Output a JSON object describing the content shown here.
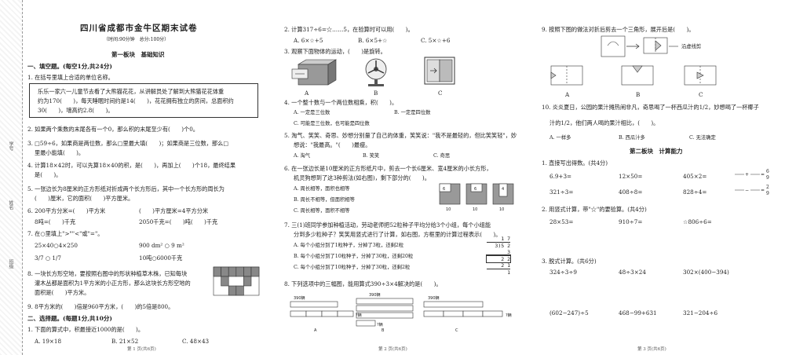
{
  "binding": {
    "labels": [
      "学号",
      "姓名",
      "班级"
    ]
  },
  "p1": {
    "title": "四川省成都市金牛区期末试卷",
    "subtitle": "（时间:90分钟　总分:100分）",
    "section_title": "第一板块　基础知识",
    "q_fill": "一、填空题。(每空1分,共24分)",
    "q1": "1. 在括号里填上合适的单位名称。",
    "passage": [
      "乐乐一家六一儿童节去看了大熊猫花花，从讲解员处了解到大熊猫花花体重",
      "约为170(　　)，每天睡眠时间约是14(　　)，花花拥有独立的房间，总面积约",
      "30(　　)，墙高约2.8(　　)。"
    ],
    "q2": "2. 如果两个乘数的末尾各有一个0，那么积的末尾至少有(　　)个0。",
    "q3": [
      "3. □59÷6，如果商是两位数，那么□里最大填(　　)；如果商是三位数，那么□",
      "里最小能填(　　)。"
    ],
    "q4": [
      "4. 计算18×42时，可以先算18×40的积，是(　　)，再加上(　　)个18，最终结果",
      "是(　　)。"
    ],
    "q5": [
      "5. 一张边长为8厘米的正方形纸对折成两个长方形后，其中一个长方形的周长为",
      "(　　)厘米，它的面积(　　)平方厘米。"
    ],
    "q6a": "6. 200平方分米=(　　)平方米",
    "q6b": "(　　)平方厘米=4平方分米",
    "q6c": "8吨=(　　)千克",
    "q6d": "2050千克=(　　)吨(　　)千克",
    "q7": "7. 在○里填上\">\"\"<\"或\"=\"。",
    "q7a": "25×40○4×250",
    "q7b": "900 dm² ○ 9 m²",
    "q7c": "3/7 ○ 1/7",
    "q7d": "10吨○6000千克",
    "q8": [
      "8. 一块长方形空地，要按照右图中的形状种植草木株，已知每块",
      "灌木丛都是面积为1平方米的小正方形，那么这块长方形空地的",
      "面积是(　　)平方米。"
    ],
    "q9": "9. 8平方米的(　　)倍是960平方米，(　　)的5倍是800。",
    "q_choice": "二、选择题。(每题1分,共10分)",
    "c1": "1. 下面的算式中，积最接近1000的是(　　)。",
    "c1opts": [
      "A. 19×18",
      "B. 21×52",
      "C. 48×43"
    ],
    "footer": "第 1 页(共6页)"
  },
  "p2": {
    "c2": "2. 计算317÷6=☆……5，在验算时可以用(　　)。",
    "c2opts": [
      "A. 6×☆+5",
      "B. 6×5+☆",
      "C. 5×☆+6"
    ],
    "c3": "3. 观察下面物体的运动，(　　)是旋转。",
    "c3labels": [
      "A",
      "B",
      "C"
    ],
    "c4": "4. 一个整十数与一个两位数相乘，积(　　)。",
    "c4opts": [
      "A. 一定是三位数",
      "B. 一定是四位数",
      "C. 可能是三位数，也可能是四位数"
    ],
    "c5": [
      "5. 淘气、笑笑、奇思、妙想分别量了自己的体重，笑笑说：\"我不是最轻的，但比笑笑轻\"，妙",
      "想说：\"我最高。\"(　　)最瘦。"
    ],
    "c5opts": [
      "A. 淘气",
      "B. 笑笑",
      "C. 奇思"
    ],
    "c6": [
      "6. 在一张边长是10厘米的正方形纸片中，剪去一个长6厘米、宽4厘米的小长方形，",
      "机灵狗想到了这3种剪法(如右图)，剩下部分的(　　)。"
    ],
    "c6opts": [
      "A. 周长相等，面积也相等",
      "B. 周长不相等，但面积相等",
      "C. 周长相等，面积不相等"
    ],
    "fig6": {
      "w": "10",
      "h": "6",
      "n": "4"
    },
    "c7": [
      "7. 三(1)班同学参加种植活动，劳动老师把52粒种子平均分给3个小组，每个小组能",
      "分到多少粒种子？笑笑用竖式进行了计算，如右图，方框里的计算过程表示(　　)。"
    ],
    "c7opts": [
      "A. 每个小组分到了1粒种子，分掉了3粒，还剩2粒",
      "B. 每个小组分到了10粒种子，分掉了30粒，还剩20粒",
      "C. 每个小组分到了10粒种子，分掉了30粒，还剩2粒"
    ],
    "ldiv": [
      "1 7",
      "3)5 2",
      "3",
      "2 2",
      "2 1",
      "1"
    ],
    "c8": "8. 下列选项中的三幅图，能用算式390÷3×4解决的是(　　)。",
    "c8a": "390辆",
    "c8b": "?辆",
    "c8labels": [
      "A",
      "B",
      "C"
    ],
    "footer": "第 2 页(共6页)"
  },
  "p3": {
    "c9": "9. 按照下图的做法对折后剪去一个三角形，展开后是(　　)。",
    "c9note": "沿虚线剪",
    "c9labels": [
      "A",
      "B",
      "C"
    ],
    "c10": [
      "10. 炎炎夏日，公园的果汁摊热闹非凡，奇思喝了一杯西瓜汁的1/2，妙想喝了一杯椰子",
      "汁的1/2，他们两人喝的果汁相比，(　　)。"
    ],
    "c10opts": [
      "A. 一样多",
      "B. 西瓜汁多",
      "C. 无法确定"
    ],
    "section2": "第二板块　计算能力",
    "k1": "1. 直接写出得数。(共4分)",
    "k1items": [
      "6.9+3=",
      "12×50=",
      "405×2=",
      "321÷3=",
      "408÷8=",
      "828÷4="
    ],
    "k2": "2. 用竖式计算，带\"☆\"的要验算。(共4分)",
    "k2items": [
      "28×53=",
      "910÷7=",
      "☆806÷6="
    ],
    "k3": "3. 脱式计算。(共6分)",
    "k3items": [
      "324÷3÷9",
      "48÷3×24",
      "302×(400−394)",
      "(602−247)÷5",
      "468−99+631",
      "321−204÷6"
    ],
    "footer": "第 3 页(共6页)"
  }
}
